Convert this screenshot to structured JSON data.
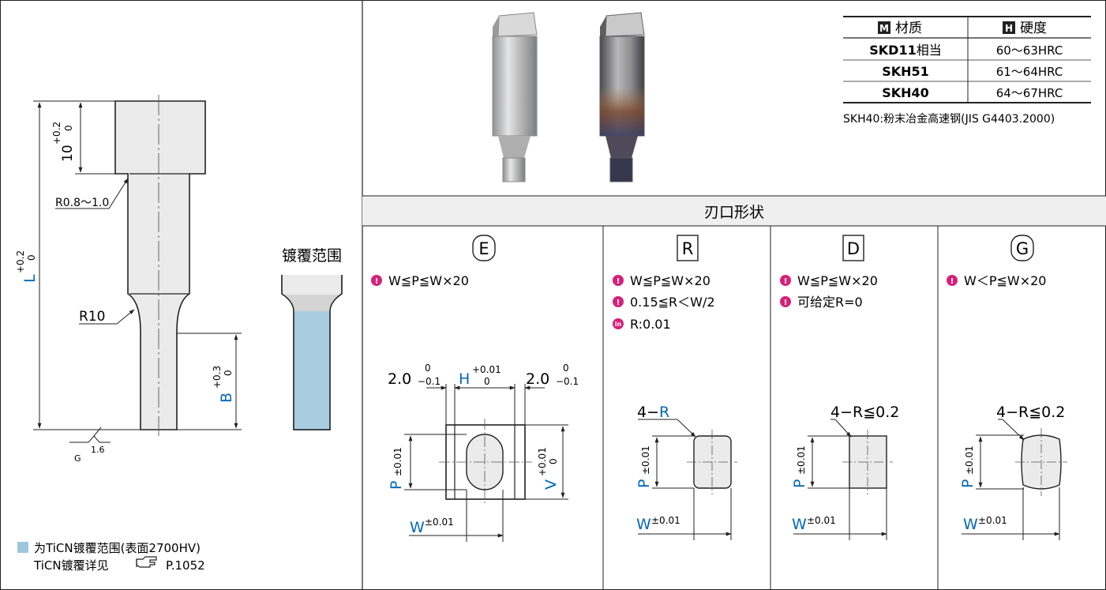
{
  "left_drawing": {
    "dim_head_height": "10",
    "dim_head_tol_upper": "+0.2",
    "dim_head_tol_lower": "0",
    "dim_length": "L",
    "dim_length_tol_upper": "+0.2",
    "dim_length_tol_lower": "0",
    "dim_radius_small": "R0.8～1.0",
    "dim_radius_large": "R10",
    "dim_blade": "B",
    "dim_blade_tol_upper": "+0.3",
    "dim_blade_tol_lower": "0",
    "surface_grade": "1.6",
    "surface_symbol": "G",
    "coating_title": "镀覆范围",
    "legend_line1": "为TiCN镀覆范围(表面2700HV)",
    "legend_line2_prefix": "TiCN镀覆详见",
    "legend_line2_page": "P.1052",
    "colors": {
      "coating": "#a9cde0",
      "part_fill": "#ebebeb",
      "legend_box": "#9fc7dc"
    }
  },
  "material_table": {
    "header_material_badge": "M",
    "header_material": "材质",
    "header_hardness_badge": "H",
    "header_hardness": "硬度",
    "rows": [
      {
        "material": "SKD11",
        "material_suffix": "相当",
        "hardness": "60～63HRC"
      },
      {
        "material": "SKH51",
        "material_suffix": "",
        "hardness": "61～64HRC"
      },
      {
        "material": "SKH40",
        "material_suffix": "",
        "hardness": "64～67HRC"
      }
    ],
    "note": "SKH40:粉末冶金高速钢(JIS G4403.2000)"
  },
  "shapes_section": {
    "title": "刃口形状",
    "colors": {
      "accent_blue": "#0068b7",
      "note_magenta": "#d6217a",
      "header_bg": "#efefef"
    },
    "panels": [
      {
        "code": "E",
        "conditions": [
          {
            "icon": "!",
            "text": "W≦P≦W×20"
          }
        ],
        "dims": {
          "left": "2.0",
          "left_tol_upper": "0",
          "left_tol_lower": "−0.1",
          "h": "H",
          "h_tol_upper": "+0.01",
          "h_tol_lower": "0",
          "right": "2.0",
          "right_tol_upper": "0",
          "right_tol_lower": "−0.1",
          "p": "P",
          "p_tol": "±0.01",
          "v": "V",
          "v_tol_upper": "+0.01",
          "v_tol_lower": "0",
          "w": "W",
          "w_tol": "±0.01"
        }
      },
      {
        "code": "R",
        "conditions": [
          {
            "icon": "!",
            "text": "W≦P≦W×20"
          },
          {
            "icon": "!",
            "text": "0.15≦R＜W/2"
          },
          {
            "icon": "in",
            "text": "R:0.01"
          }
        ],
        "dims": {
          "corner_prefix": "4−",
          "corner_r": "R",
          "p": "P",
          "p_tol": "±0.01",
          "w": "W",
          "w_tol": "±0.01"
        }
      },
      {
        "code": "D",
        "conditions": [
          {
            "icon": "!",
            "text": "W≦P≦W×20"
          },
          {
            "icon": "!",
            "text": "可给定R=0"
          }
        ],
        "dims": {
          "corner": "4−R≦0.2",
          "p": "P",
          "p_tol": "±0.01",
          "w": "W",
          "w_tol": "±0.01"
        }
      },
      {
        "code": "G",
        "conditions": [
          {
            "icon": "!",
            "text": "W＜P≦W×20"
          }
        ],
        "dims": {
          "corner": "4−R≦0.2",
          "p": "P",
          "p_tol": "±0.01",
          "w": "W",
          "w_tol": "±0.01"
        }
      }
    ]
  }
}
